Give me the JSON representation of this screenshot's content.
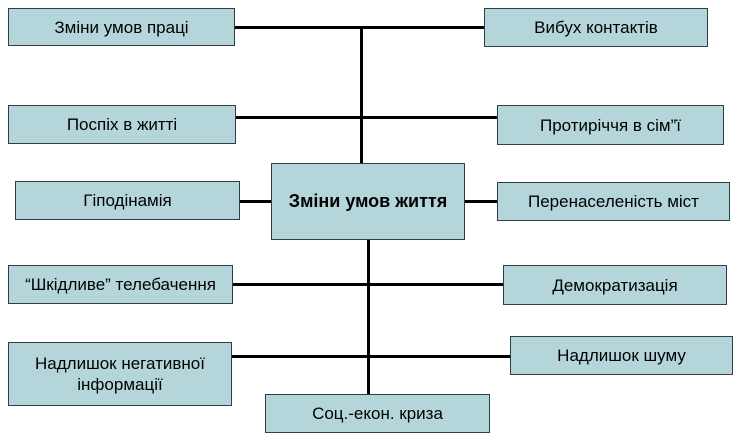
{
  "diagram": {
    "center": "Зміни умов життя",
    "left_items": [
      "Зміни умов праці",
      "Поспіх в житті",
      "Гіподінамія",
      "“Шкідливе” телебачення",
      "Надлишок негативної інформації"
    ],
    "right_items": [
      "Вибух контактів",
      "Протиріччя в сім”ї",
      "Перенаселеність міст",
      "Демократизація",
      "Надлишок шуму"
    ],
    "bottom_item": "Соц.-екон. криза"
  },
  "colors": {
    "box_fill": "#b4d6da",
    "box_border": "#2f3f44",
    "connector": "#000000"
  }
}
